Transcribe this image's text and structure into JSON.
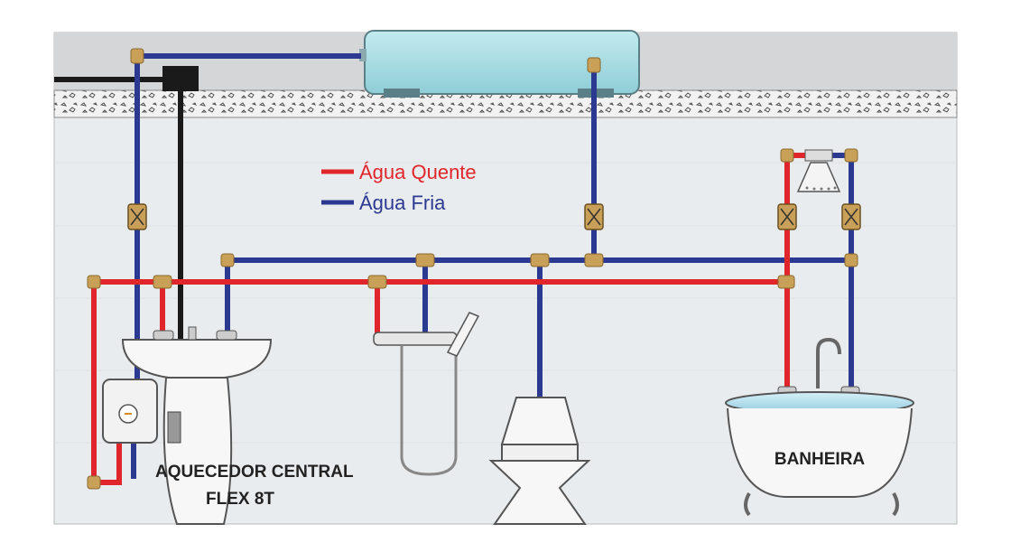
{
  "legend": {
    "hot_label": "Água Quente",
    "cold_label": "Água Fria"
  },
  "labels": {
    "heater_line1": "AQUECEDOR CENTRAL",
    "heater_line2": "FLEX 8T",
    "bathtub": "BANHEIRA"
  },
  "colors": {
    "hot": "#e1262b",
    "cold": "#2b3990",
    "gas": "#1a1a1a",
    "fitting": "#c9a057",
    "wall": "#e9ecee",
    "slab": "#d4d6d8",
    "tank": "#a9dde3"
  },
  "icons": [
    "water-tank",
    "shower-head",
    "sink",
    "hand-shower",
    "toilet",
    "bathtub",
    "water-heater",
    "valve"
  ]
}
